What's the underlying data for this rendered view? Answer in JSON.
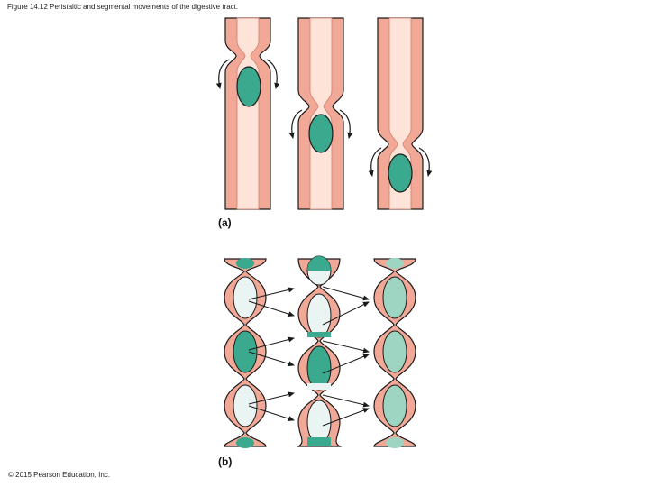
{
  "figure": {
    "caption": "Figure 14.12 Peristaltic and segmental movements of the digestive tract.",
    "copyright": "© 2015 Pearson Education, Inc."
  },
  "panels": {
    "a": {
      "label": "(a)"
    },
    "b": {
      "label": "(b)"
    }
  },
  "colors": {
    "wall": "#f2a897",
    "lumen": "#fde3d8",
    "bolus": "#3aa98e",
    "chyme_light": "#9dd5c2",
    "empty_segment": "#e9f4f3",
    "outline": "#1a1a1a"
  }
}
